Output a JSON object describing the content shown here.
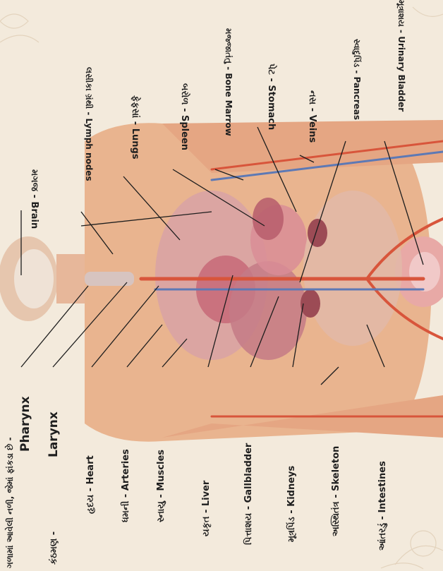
{
  "labels": {
    "brain": "મગજ - Brain",
    "lymph_nodes": "લસીકા ગ્રંથી - Lymph nodes",
    "lungs": "ફેફસાં - Lungs",
    "spleen": "બરોળ - Spleen",
    "bone_marrow": "મજ્જાતંતુ - Bone Marrow",
    "stomach": "પેટ - Stomach",
    "veins": "નસ - Veins",
    "pancreas": "સ્વાદુપિંડ - Pancreas",
    "urinary_bladder": "મૂત્રાશય - Urinary Bladder",
    "pharynx_gu": "ગળામાં આવેલી નળી, જેમાં ફાંકડા છે -",
    "pharynx_en": "Pharynx",
    "larynx_gu": "કંઠમણ -",
    "larynx_en": "Larynx",
    "heart": "હૃદય - Heart",
    "arteries": "ધમની - Arteries",
    "muscles": "સ્નાયુ - Muscles",
    "liver": "યકૃત - Liver",
    "gallbladder": "પિત્તાશય - Gallbladder",
    "kidneys": "મૂત્રપિંડ - Kidneys",
    "skeleton": "અસ્થિતંત્ર - Skeleton",
    "intestines": "આંતરડું - Intestines"
  },
  "colors": {
    "background": "#f3eadc",
    "body_skin": "#e9b48f",
    "artery": "#d8553b",
    "vein": "#5d79b5",
    "leader_line": "#1d1d1d"
  }
}
